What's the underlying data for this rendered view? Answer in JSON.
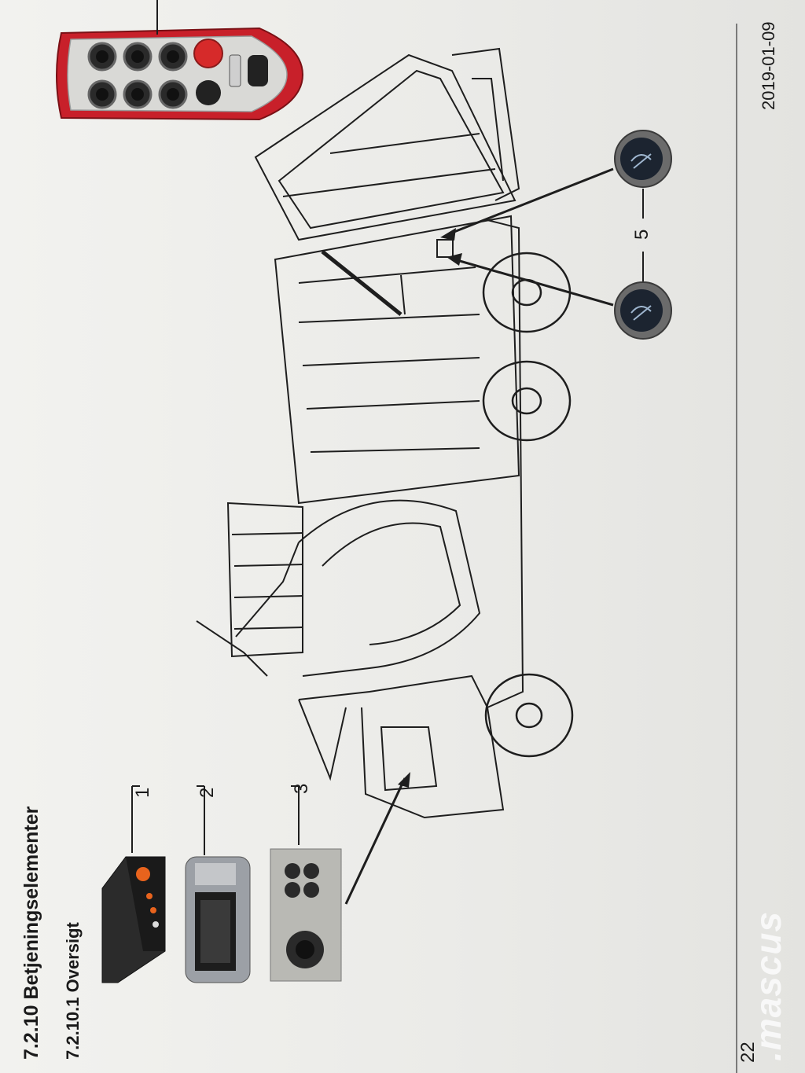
{
  "document": {
    "section_title": "7.2.10 Betjeningselementer",
    "subsection_title": "7.2.10.1   Oversigt",
    "page_number": "22",
    "date": "2019-01-09",
    "watermark": ".mascus"
  },
  "callouts": [
    "1",
    "2",
    "3",
    "5"
  ],
  "colors": {
    "remote_red": "#c8202a",
    "emergency_button": "#d62a2a",
    "panel_orange": "#e8631d",
    "metal_plate": "#b9b9b4",
    "drawing_line": "#1e1e1e"
  }
}
